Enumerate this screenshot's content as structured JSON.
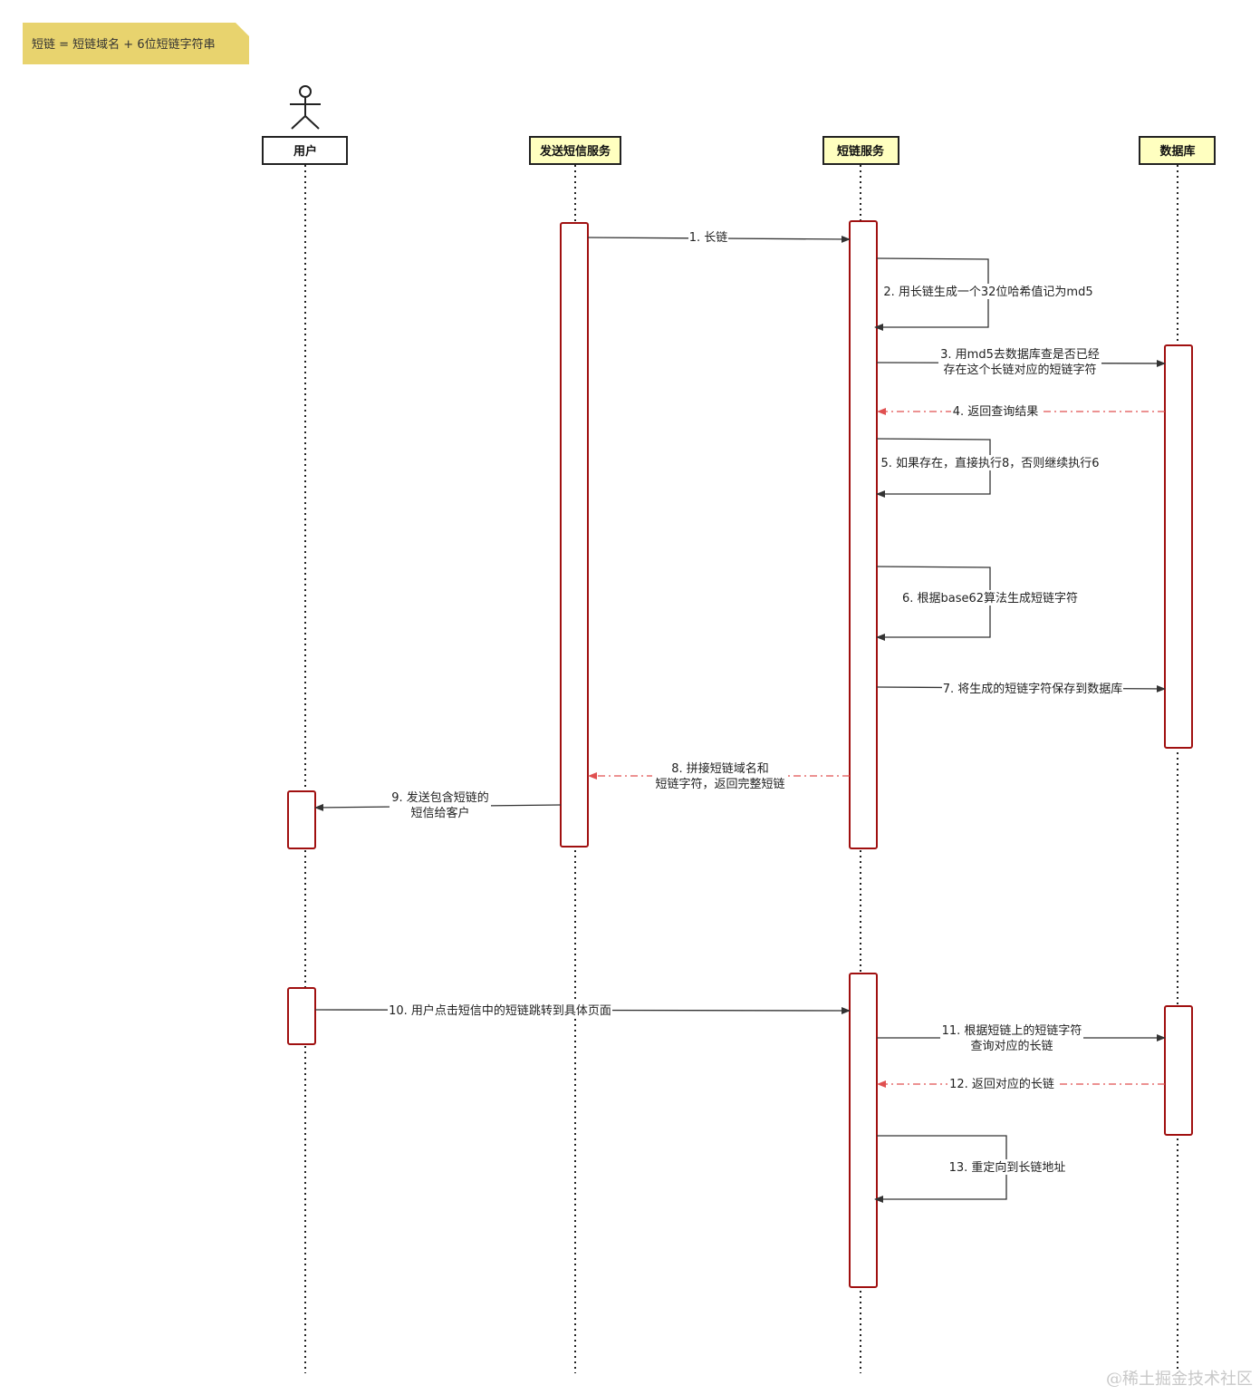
{
  "note": "短链 = 短链域名 + 6位短链字符串",
  "lifelines": [
    {
      "id": "user",
      "label": "用户"
    },
    {
      "id": "sms",
      "label": "发送短信服务"
    },
    {
      "id": "short",
      "label": "短链服务"
    },
    {
      "id": "db",
      "label": "数据库"
    }
  ],
  "messages": [
    {
      "id": "m1",
      "lines": [
        "1. 长链"
      ],
      "type": "sync",
      "from": "sms",
      "to": "short"
    },
    {
      "id": "m2",
      "lines": [
        "2. 用长链生成一个32位哈希值记为md5"
      ],
      "type": "self",
      "from": "short",
      "to": "short"
    },
    {
      "id": "m3",
      "lines": [
        "3. 用md5去数据库查是否已经",
        "存在这个长链对应的短链字符"
      ],
      "type": "sync",
      "from": "short",
      "to": "db"
    },
    {
      "id": "m4",
      "lines": [
        "4. 返回查询结果"
      ],
      "type": "return",
      "from": "db",
      "to": "short"
    },
    {
      "id": "m5",
      "lines": [
        "5. 如果存在，直接执行8，否则继续执行6"
      ],
      "type": "self",
      "from": "short",
      "to": "short"
    },
    {
      "id": "m6",
      "lines": [
        "6. 根据base62算法生成短链字符"
      ],
      "type": "self",
      "from": "short",
      "to": "short"
    },
    {
      "id": "m7",
      "lines": [
        "7. 将生成的短链字符保存到数据库"
      ],
      "type": "sync",
      "from": "short",
      "to": "db"
    },
    {
      "id": "m8",
      "lines": [
        "8. 拼接短链域名和",
        "短链字符，返回完整短链"
      ],
      "type": "return",
      "from": "short",
      "to": "sms"
    },
    {
      "id": "m9",
      "lines": [
        "9. 发送包含短链的",
        "短信给客户"
      ],
      "type": "sync",
      "from": "sms",
      "to": "user"
    },
    {
      "id": "m10",
      "lines": [
        "10. 用户点击短信中的短链跳转到具体页面"
      ],
      "type": "sync",
      "from": "user",
      "to": "short"
    },
    {
      "id": "m11",
      "lines": [
        "11. 根据短链上的短链字符",
        "查询对应的长链"
      ],
      "type": "sync",
      "from": "short",
      "to": "db"
    },
    {
      "id": "m12",
      "lines": [
        "12. 返回对应的长链"
      ],
      "type": "return",
      "from": "db",
      "to": "short"
    },
    {
      "id": "m13",
      "lines": [
        "13. 重定向到长链地址"
      ],
      "type": "self",
      "from": "short",
      "to": "short"
    }
  ],
  "watermark": "@稀土掘金技术社区",
  "colors": {
    "note_fill": "#e8d36e",
    "header_fill": "#ffffc0",
    "activation_stroke": "#a01010",
    "arrow": "#333333",
    "return_arrow": "#e05050"
  }
}
